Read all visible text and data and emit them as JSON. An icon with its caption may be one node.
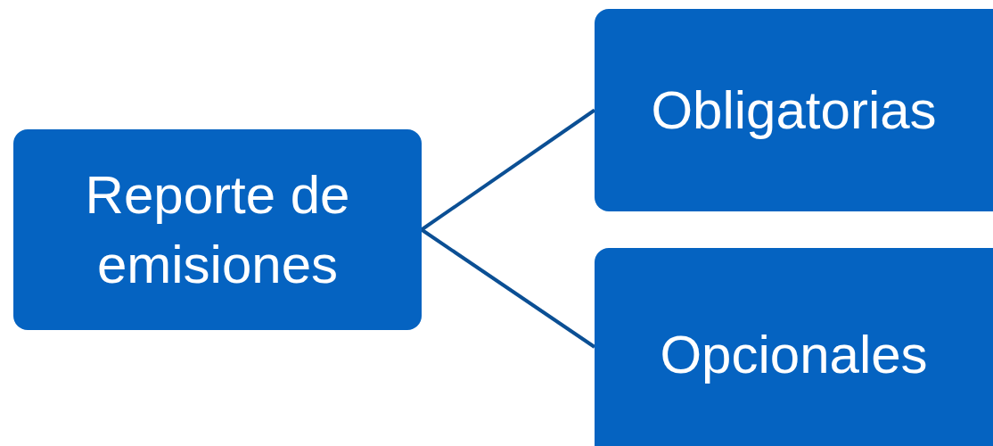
{
  "diagram": {
    "nodes": [
      {
        "text": [
          "Reporte de emisiones"
        ]
      },
      {
        "text": [
          "Obligatorias"
        ]
      },
      {
        "text": [
          "Opcionales"
        ]
      }
    ],
    "edges": [
      {
        "from": 0,
        "to": 1,
        "arrow": "none"
      },
      {
        "from": 0,
        "to": 2,
        "arrow": "none"
      }
    ]
  }
}
